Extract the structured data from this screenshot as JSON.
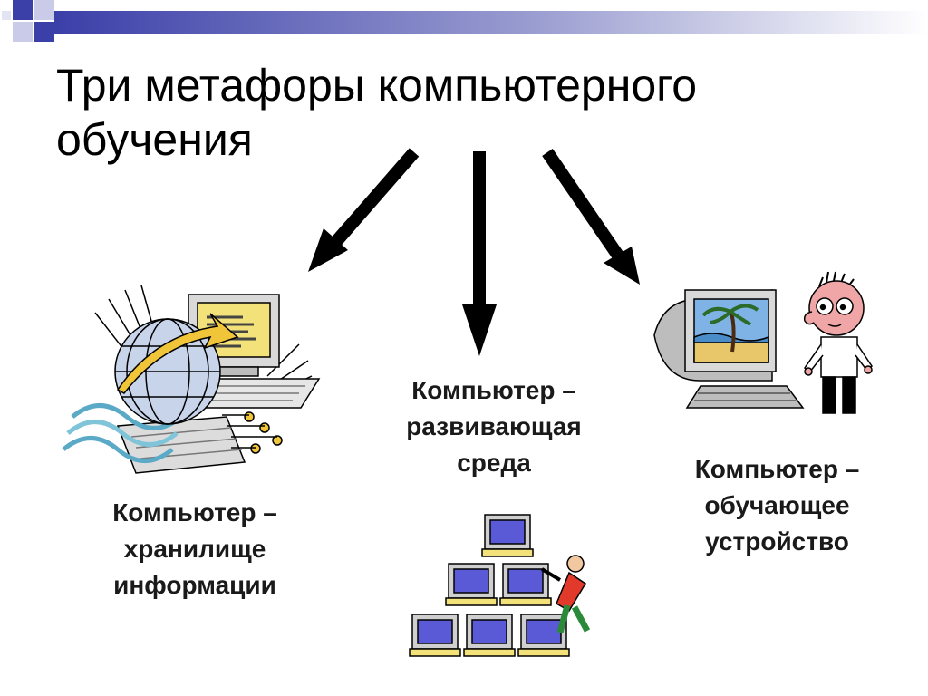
{
  "slide": {
    "title_lines": [
      "Три метафоры компьютерного",
      "обучения"
    ],
    "metaphors": [
      {
        "lines": [
          "Компьютер –",
          "хранилище",
          "информации"
        ]
      },
      {
        "lines": [
          "Компьютер –",
          "развивающая",
          "среда"
        ]
      },
      {
        "lines": [
          "Компьютер –",
          "обучающее",
          "устройство"
        ]
      }
    ]
  },
  "icons": {
    "left": "globe-computer-icon",
    "center": "computer-pyramid-icon",
    "right": "learner-computer-icon"
  },
  "colors": {
    "accent": "#3b3fa8",
    "arrow": "#000000",
    "text": "#1a1a1a"
  }
}
